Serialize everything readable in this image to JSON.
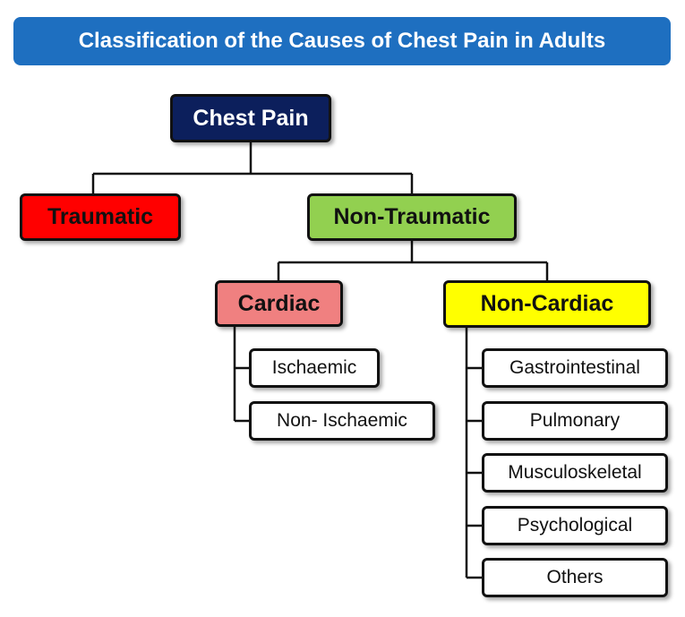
{
  "title": "Classification of the Causes of Chest Pain in Adults",
  "colors": {
    "banner": "#1e6fc0",
    "root": "#0c1f5c",
    "traumatic": "#ff0000",
    "non_traumatic": "#92d050",
    "cardiac": "#f08080",
    "non_cardiac": "#ffff00"
  },
  "nodes": {
    "root": "Chest Pain",
    "traumatic": "Traumatic",
    "non_traumatic": "Non-Traumatic",
    "cardiac": "Cardiac",
    "non_cardiac": "Non-Cardiac"
  },
  "cardiac_children": [
    "Ischaemic",
    "Non- Ischaemic"
  ],
  "non_cardiac_children": [
    "Gastrointestinal",
    "Pulmonary",
    "Musculoskeletal",
    "Psychological",
    "Others"
  ]
}
